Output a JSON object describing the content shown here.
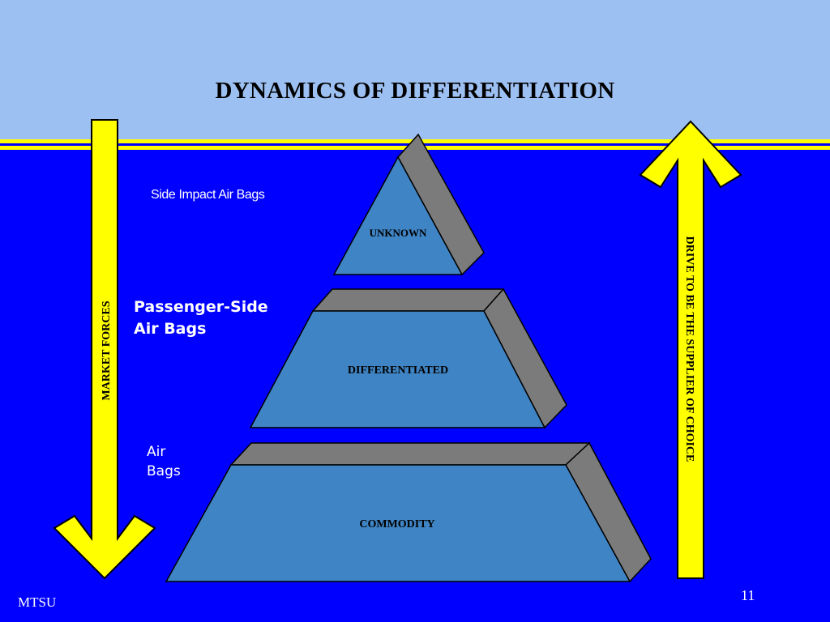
{
  "slide": {
    "title": "DYNAMICS OF DIFFERENTIATION",
    "footer": "MTSU",
    "page_number": "11"
  },
  "pyramid": {
    "top_tier": "UNKNOWN",
    "middle_tier": "DIFFERENTIATED",
    "bottom_tier": "COMMODITY"
  },
  "left_arrow": {
    "label": "MARKET FORCES"
  },
  "right_arrow": {
    "label": "DRIVE TO BE THE SUPPLIER OF CHOICE"
  },
  "examples": {
    "top": "Side Impact Air Bags",
    "middle_line1": "Passenger-Side",
    "middle_line2": "Air Bags",
    "bottom_line1": "Air",
    "bottom_line2": "Bags"
  },
  "colors": {
    "background": "#0000ff",
    "header_band": "#9dc0f3",
    "arrow": "#ffff00",
    "tier_face": "#3f84c4",
    "tier_side": "#7b7b7b"
  }
}
